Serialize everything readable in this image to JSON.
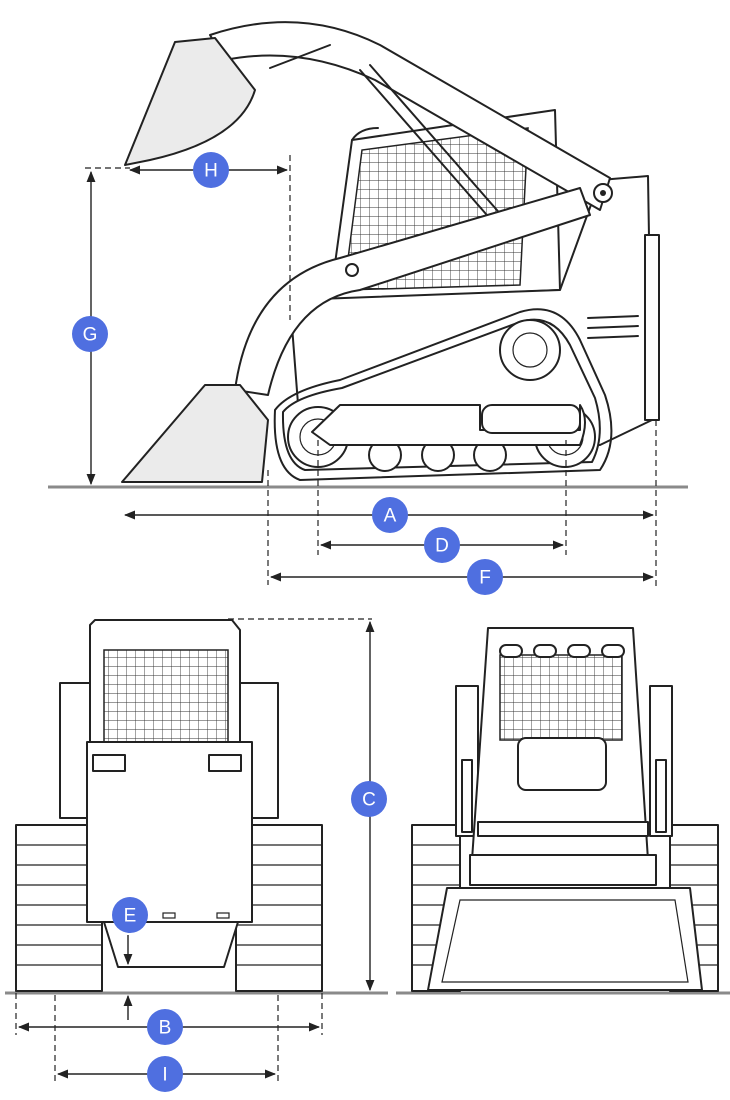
{
  "colors": {
    "badge": "#4f6fe0",
    "ground": "#8a8a8a",
    "line": "#222222",
    "fill": "#ebebeb"
  },
  "labels": {
    "A": "A",
    "B": "B",
    "C": "C",
    "D": "D",
    "E": "E",
    "F": "F",
    "G": "G",
    "H": "H",
    "I": "I"
  }
}
